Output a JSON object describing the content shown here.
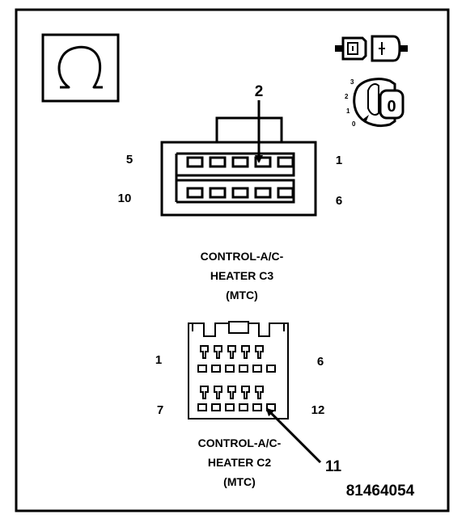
{
  "icons": {
    "resistance": "ohm-symbol-icon",
    "connector": "connector-disconnect-icon",
    "ignition": "ignition-key-off-icon"
  },
  "ignition_switch": {
    "positions": [
      "3",
      "2",
      "1",
      "0"
    ],
    "key_label": "0"
  },
  "connector_c3": {
    "callout": "2",
    "pin_left_top": "5",
    "pin_right_top": "1",
    "pin_left_bottom": "10",
    "pin_right_bottom": "6",
    "caption_line1": "CONTROL-A/C-",
    "caption_line2": "HEATER C3",
    "caption_line3": "(MTC)"
  },
  "connector_c2": {
    "callout": "11",
    "pin_left_top": "1",
    "pin_right_top": "6",
    "pin_left_bottom": "7",
    "pin_right_bottom": "12",
    "caption_line1": "CONTROL-A/C-",
    "caption_line2": "HEATER C2",
    "caption_line3": "(MTC)"
  },
  "figure_id": "81464054"
}
